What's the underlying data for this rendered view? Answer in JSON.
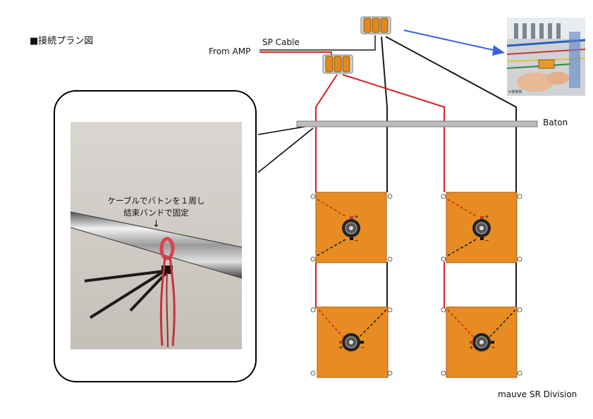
{
  "title": "■接続プラン図",
  "labels": {
    "from_amp": "From AMP",
    "sp_cable": "SP Cable",
    "baton": "Baton",
    "division": "mauve SR Division"
  },
  "photo_caption": {
    "line1": "ケーブルでバトンを１周し",
    "line2": "結束バンドで固定",
    "arrow": "↓"
  },
  "reference_photo": {
    "label": "※使用例"
  },
  "speaker_terminals": {
    "plus": "+",
    "minus": "−"
  },
  "colors": {
    "wire_red": "#d4221e",
    "wire_black": "#1a1a1a",
    "speaker_orange": "#e68c22",
    "baton_gray": "#bdbdbd",
    "pointer_blue": "#3a62e0"
  }
}
